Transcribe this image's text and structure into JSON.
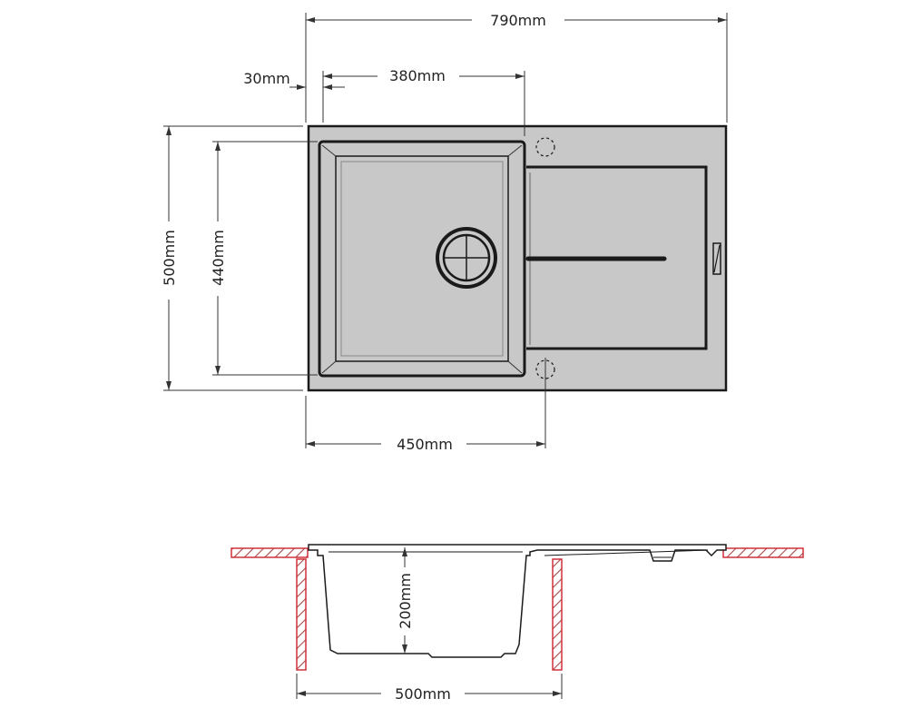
{
  "dimensions": {
    "total_width": "790mm",
    "edge_offset": "30mm",
    "bowl_width": "380mm",
    "total_depth": "500mm",
    "bowl_depth": "440mm",
    "tap_hole_distance": "450mm",
    "bowl_height": "200mm",
    "cutout_width": "500mm"
  },
  "colors": {
    "sink_fill": "#c8c8c8",
    "outline": "#1a1a1a",
    "dimension_line": "#333333",
    "hatch": "#d0303a"
  }
}
